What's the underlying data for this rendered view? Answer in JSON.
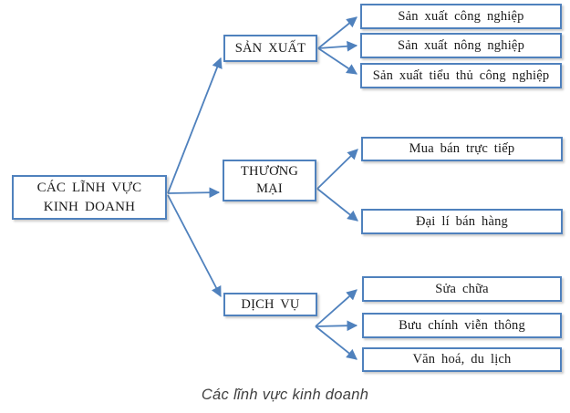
{
  "colors": {
    "accent": "#4f81bd",
    "node_fill": "#ffffff",
    "node_text": "#1a1a1a",
    "caption_text": "#3f3f3f",
    "background": "#ffffff"
  },
  "diagram": {
    "root": {
      "label": [
        "CÁC LĨNH VỰC",
        "KINH DOANH"
      ]
    },
    "branches": [
      {
        "label": [
          "SẢN XUẤT"
        ],
        "children": [
          "Sản xuất công nghiệp",
          "Sản xuất nông nghiệp",
          "Sản xuất tiểu thủ công nghiệp"
        ]
      },
      {
        "label": [
          "THƯƠNG",
          "MẠI"
        ],
        "children": [
          "Mua bán trực tiếp",
          "Đại lí bán hàng"
        ]
      },
      {
        "label": [
          "DỊCH VỤ"
        ],
        "children": [
          "Sửa chữa",
          "Bưu chính viễn thông",
          "Văn hoá, du lịch"
        ]
      }
    ],
    "caption": "Các lĩnh vực kinh doanh"
  }
}
